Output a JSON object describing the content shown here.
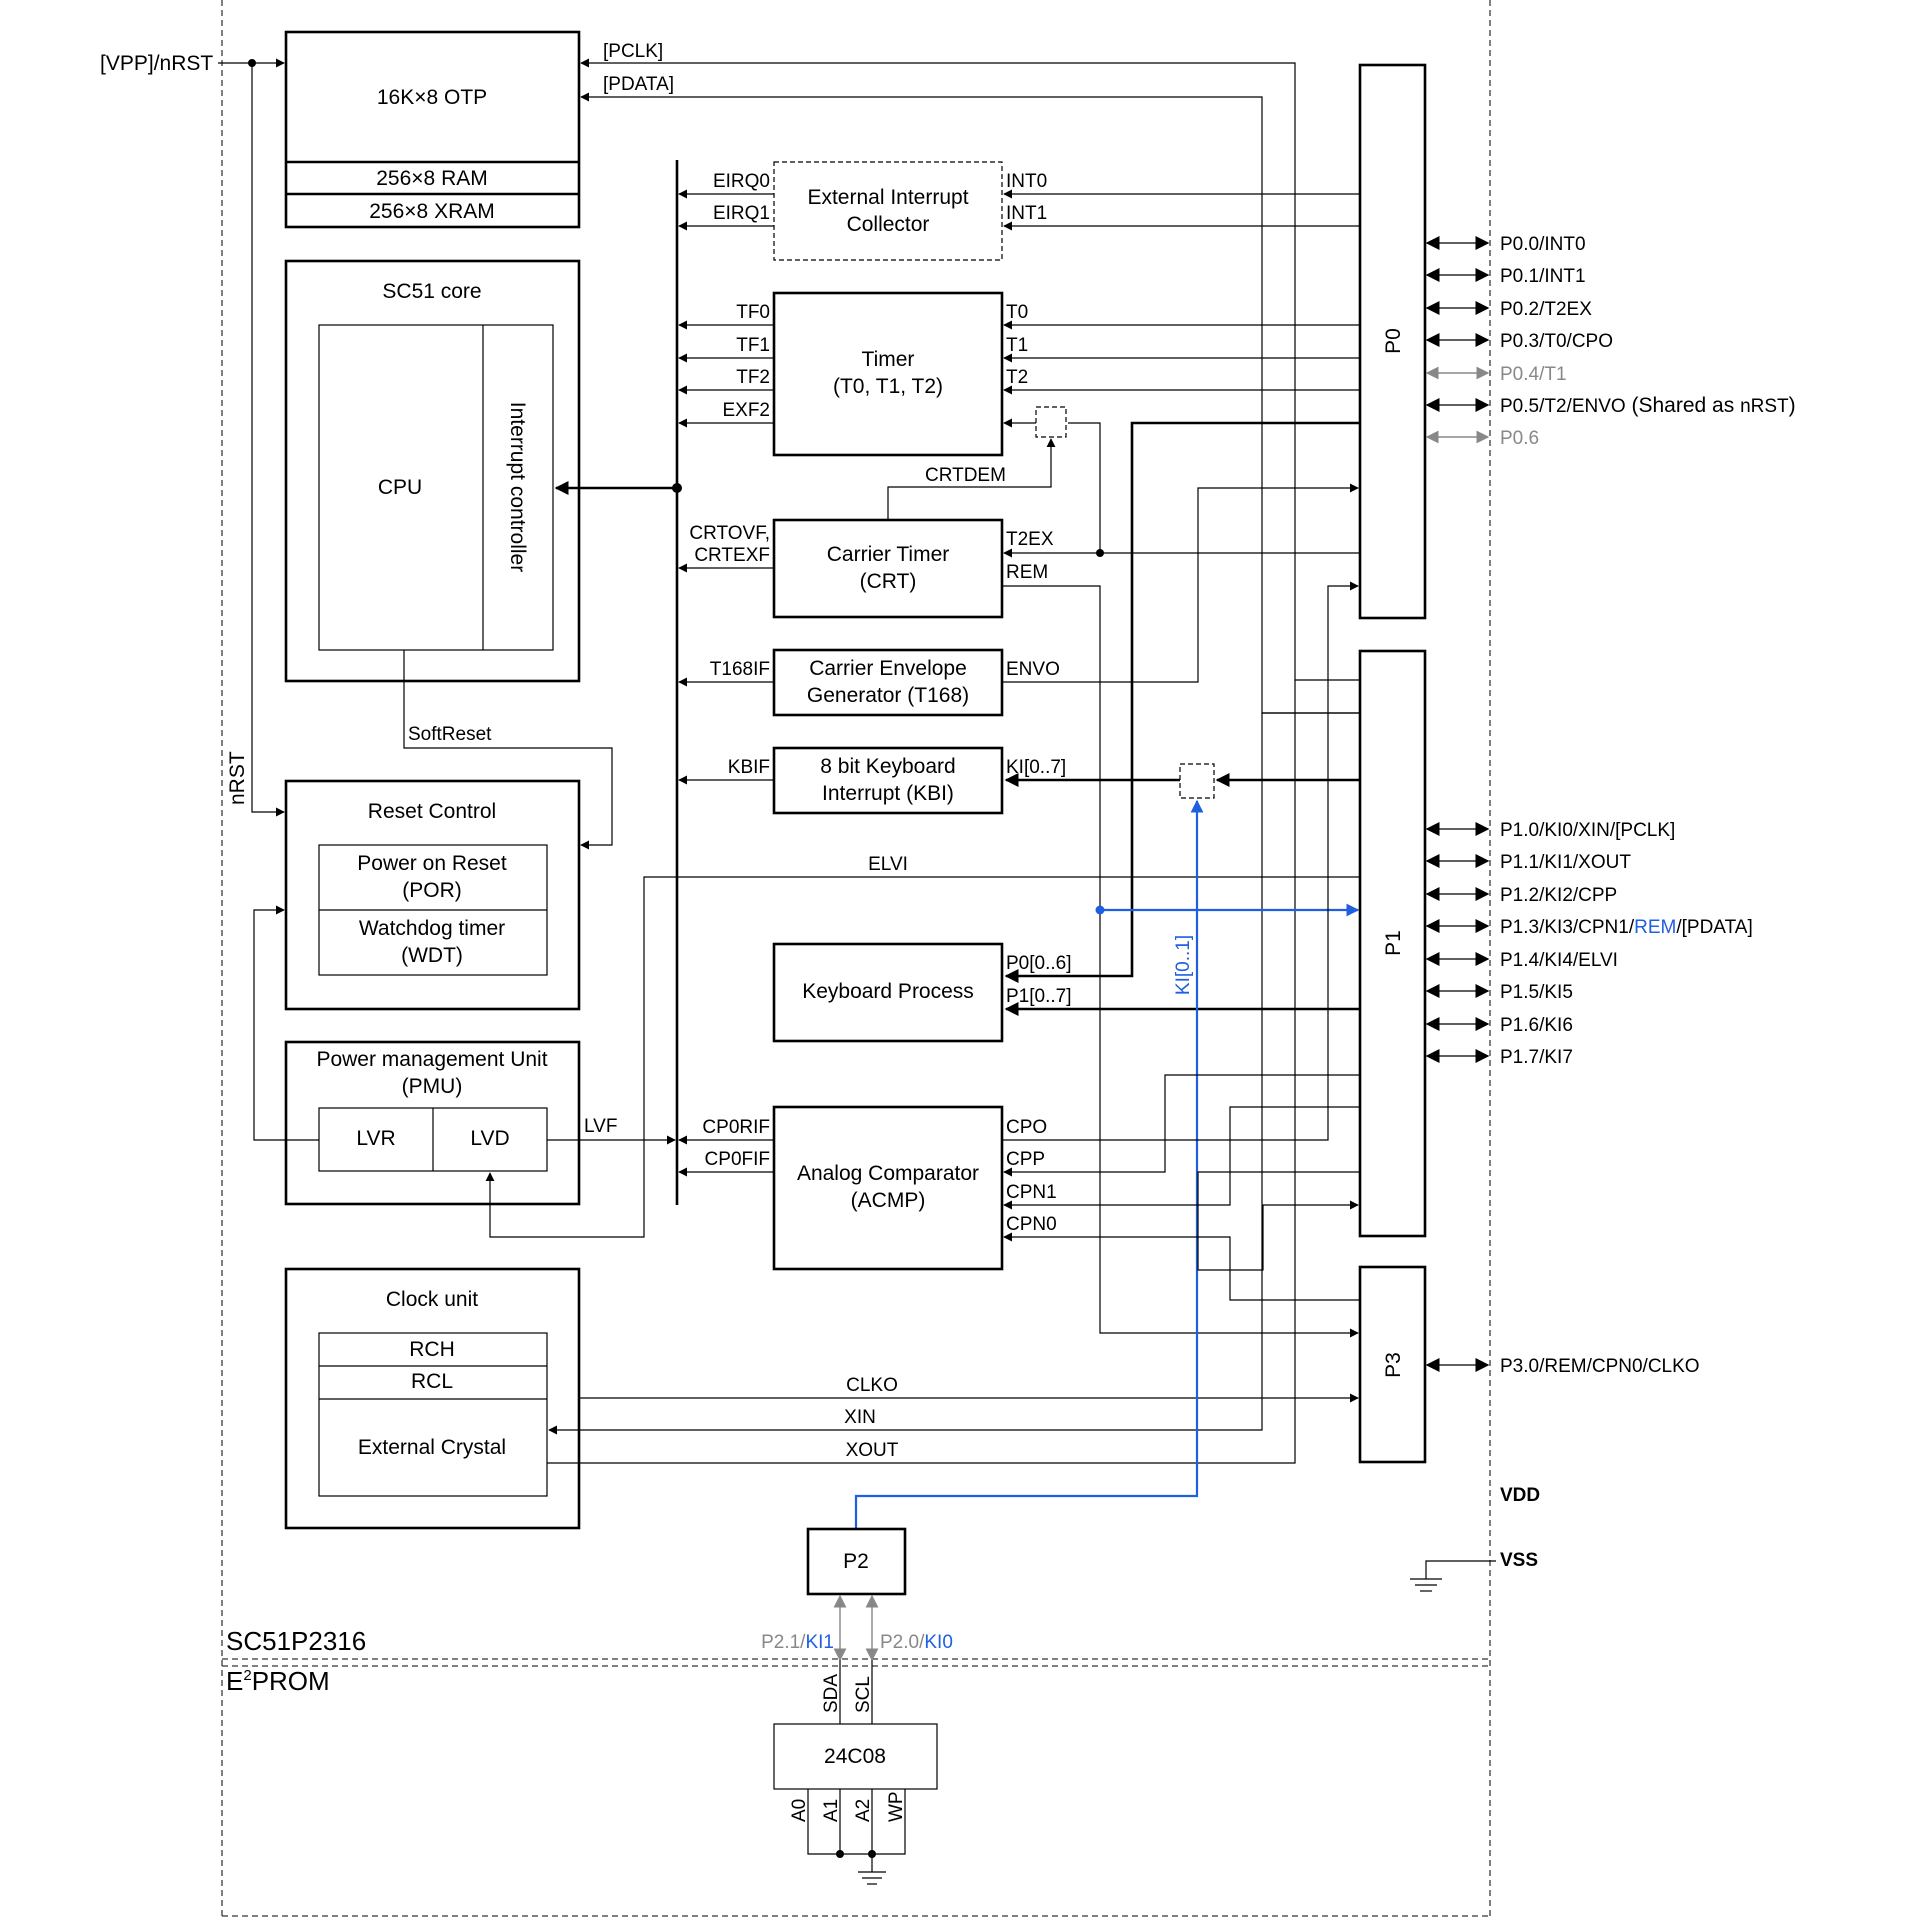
{
  "chip": {
    "name": "SC51P2316",
    "eeprom_label": "E",
    "eeprom_sup": "2",
    "eeprom_rest": "PROM"
  },
  "pins": {
    "vpp_nrst": "[VPP]/nRST",
    "nrst_vertical": "nRST",
    "vdd": "VDD",
    "vss": "VSS"
  },
  "memory": {
    "otp": "16K×8 OTP",
    "ram": "256×8 RAM",
    "xram": "256×8 XRAM",
    "pclk": "[PCLK]",
    "pdata": "[PDATA]"
  },
  "core": {
    "title": "SC51 core",
    "cpu": "CPU",
    "interrupt_controller": "Interrupt controller",
    "softreset": "SoftReset"
  },
  "reset": {
    "title": "Reset Control",
    "por_1": "Power on Reset",
    "por_2": "(POR)",
    "wdt_1": "Watchdog timer",
    "wdt_2": "(WDT)"
  },
  "pmu": {
    "title_1": "Power management Unit",
    "title_2": "(PMU)",
    "lvr": "LVR",
    "lvd": "LVD",
    "lvf": "LVF"
  },
  "clock": {
    "title": "Clock unit",
    "rch": "RCH",
    "rcl": "RCL",
    "crystal": "External Crystal",
    "clko": "CLKO",
    "xin": "XIN",
    "xout": "XOUT"
  },
  "ext_int": {
    "title_1": "External Interrupt",
    "title_2": "Collector",
    "eirq0": "EIRQ0",
    "eirq1": "EIRQ1",
    "int0": "INT0",
    "int1": "INT1"
  },
  "timer": {
    "title_1": "Timer",
    "title_2": "(T0, T1, T2)",
    "tf0": "TF0",
    "tf1": "TF1",
    "tf2": "TF2",
    "exf2": "EXF2",
    "t0": "T0",
    "t1": "T1",
    "t2": "T2",
    "crtdem": "CRTDEM"
  },
  "crt": {
    "title_1": "Carrier Timer",
    "title_2": "(CRT)",
    "crtovf": "CRTOVF,",
    "crtexf": "CRTEXF",
    "t2ex": "T2EX",
    "rem": "REM"
  },
  "t168": {
    "title_1": "Carrier Envelope",
    "title_2": "Generator (T168)",
    "t168if": "T168IF",
    "envo": "ENVO"
  },
  "kbi": {
    "title_1": "8 bit Keyboard",
    "title_2": "Interrupt (KBI)",
    "kbif": "KBIF",
    "ki": "KI[0..7]",
    "ki01": "KI[0..1]"
  },
  "elvi": "ELVI",
  "kbp": {
    "title": "Keyboard Process",
    "p0": "P0[0..6]",
    "p1": "P1[0..7]"
  },
  "acmp": {
    "title_1": "Analog Comparator",
    "title_2": "(ACMP)",
    "cp0rif": "CP0RIF",
    "cp0fif": "CP0FIF",
    "cpo": "CPO",
    "cpp": "CPP",
    "cpn1": "CPN1",
    "cpn0": "CPN0"
  },
  "ports": {
    "p0": "P0",
    "p1": "P1",
    "p2": "P2",
    "p3": "P3"
  },
  "p0_pins": [
    "P0.0/INT0",
    "P0.1/INT1",
    "P0.2/T2EX",
    "P0.3/T0/CPO",
    "P0.4/T1",
    "P0.5/T2/ENVO",
    "P0.6"
  ],
  "p0_5_shared": " (Shared as ",
  "p0_5_nrst": "nRST",
  "p0_5_close": ")",
  "p1_pins": [
    "P1.0/KI0/XIN/[PCLK]",
    "P1.1/KI1/XOUT",
    "P1.2/KI2/CPP",
    "P1.3/KI3/CPN1/REM/[PDATA]",
    "P1.4/KI4/ELVI",
    "P1.5/KI5",
    "P1.6/KI6",
    "P1.7/KI7"
  ],
  "p1_3_parts": [
    "P1.3/KI3/CPN1/",
    "REM",
    "/[PDATA]"
  ],
  "p3_pins": [
    "P3.0/REM/CPN0/CLKO"
  ],
  "p2_pins": {
    "p21_prefix": "P2.1/",
    "p21_ki": "KI1",
    "p20_prefix": "P2.0/",
    "p20_ki": "KI0"
  },
  "eeprom": {
    "chip": "24C08",
    "sda": "SDA",
    "scl": "SCL",
    "a0": "A0",
    "a1": "A1",
    "a2": "A2",
    "wp": "WP"
  },
  "colors": {
    "accent_blue": "#1f5fe0",
    "disabled_gray": "#888888",
    "line": "#000000"
  }
}
